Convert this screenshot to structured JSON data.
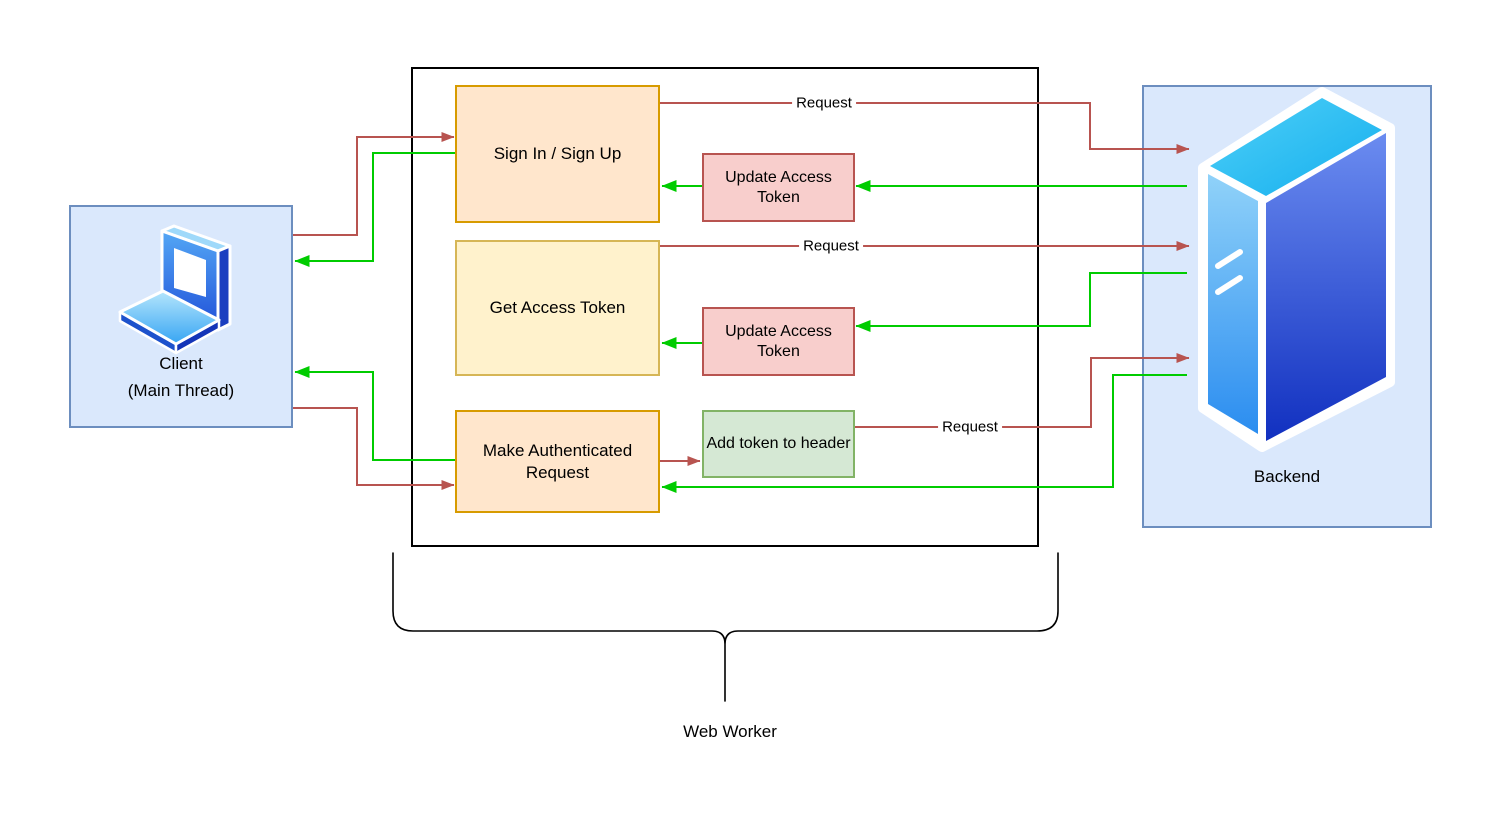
{
  "nodes": {
    "client": {
      "title": "Client",
      "subtitle": "(Main Thread)"
    },
    "backend": {
      "label": "Backend"
    },
    "sign_in": {
      "label": "Sign In / Sign Up"
    },
    "get_token": {
      "label": "Get Access Token"
    },
    "make_request": {
      "label": "Make Authenticated Request"
    },
    "update_token_top": {
      "label": "Update Access Token"
    },
    "update_token_middle": {
      "label": "Update Access Token"
    },
    "add_token": {
      "label": "Add token to header"
    }
  },
  "group": {
    "web_worker_label": "Web Worker"
  },
  "edge_labels": {
    "sign_in_request": "Request",
    "get_token_request": "Request",
    "authenticated_request": "Request"
  },
  "colors": {
    "request_arrow_red": "#b85450",
    "response_arrow_green": "#00cc00",
    "client_backend_fill": "#dae8fc",
    "client_backend_border": "#6c8ebf",
    "action_box_fill": "#ffe6cc",
    "action_box_border": "#d79b00",
    "token_box_fill": "#fff2cc",
    "token_box_border": "#d6b656",
    "update_box_fill": "#f8cecc",
    "update_box_border": "#b85450",
    "add_token_fill": "#d5e8d4",
    "add_token_border": "#82b366",
    "container_stroke": "#000000"
  }
}
